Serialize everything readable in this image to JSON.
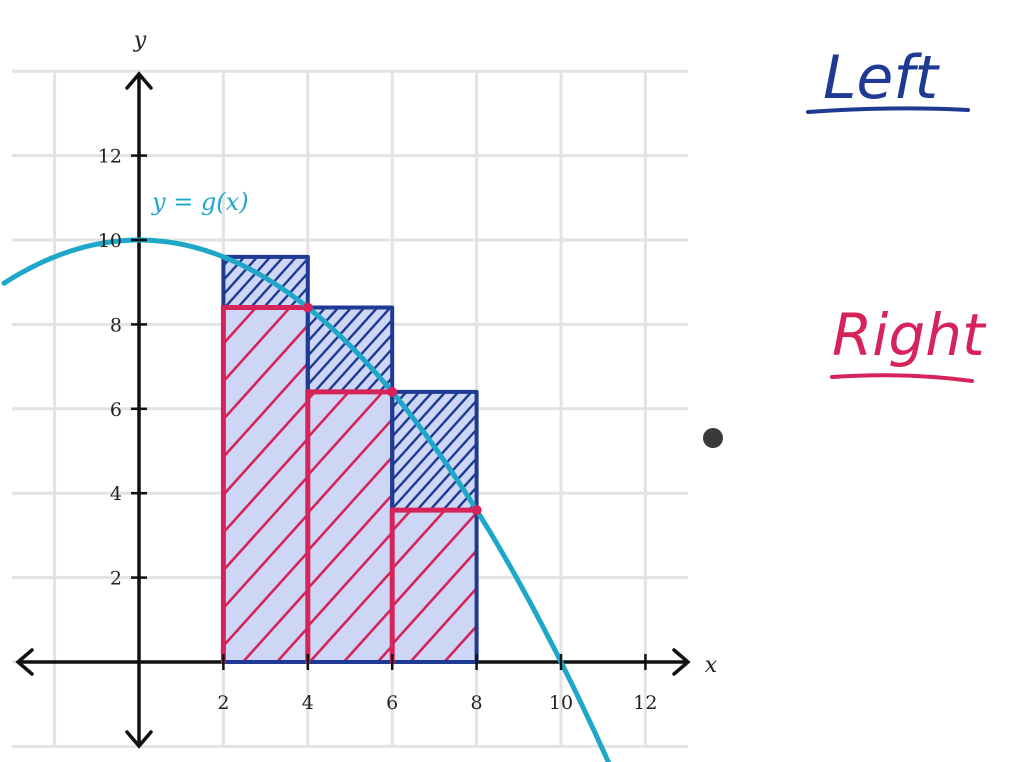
{
  "chart_data": {
    "type": "line",
    "title": "",
    "xlabel": "x",
    "ylabel": "y",
    "xlim": [
      -3,
      12.8
    ],
    "ylim": [
      -2,
      14
    ],
    "x_ticks": [
      2,
      4,
      6,
      8,
      10,
      12
    ],
    "y_ticks": [
      2,
      4,
      6,
      8,
      10,
      12
    ],
    "x_tick_labels": [
      "2",
      "4",
      "6",
      "8",
      "10",
      "12"
    ],
    "y_tick_labels": [
      "2",
      "4",
      "6",
      "8",
      "10",
      "12"
    ],
    "grid": true,
    "grid_step": 2,
    "series": [
      {
        "name": "y = g(x)",
        "function": "g(x) = 10 - 0.1 x^2",
        "x": [
          -3,
          -2,
          -1,
          0,
          1,
          2,
          3,
          4,
          5,
          6,
          7,
          8,
          9,
          10,
          11
        ],
        "y": [
          9.1,
          9.6,
          9.9,
          10,
          9.9,
          9.6,
          9.1,
          8.4,
          7.5,
          6.4,
          5.1,
          3.6,
          1.9,
          0,
          -2.1
        ]
      }
    ],
    "left_rectangles": [
      {
        "x_start": 2,
        "x_end": 4,
        "height": 9.6
      },
      {
        "x_start": 4,
        "x_end": 6,
        "height": 8.4
      },
      {
        "x_start": 6,
        "x_end": 8,
        "height": 6.4
      }
    ],
    "right_rectangles": [
      {
        "x_start": 2,
        "x_end": 4,
        "height": 8.4
      },
      {
        "x_start": 4,
        "x_end": 6,
        "height": 6.4
      },
      {
        "x_start": 6,
        "x_end": 8,
        "height": 3.6
      }
    ],
    "right_points": [
      {
        "x": 4,
        "y": 8.4
      },
      {
        "x": 6,
        "y": 6.4
      },
      {
        "x": 8,
        "y": 3.6
      }
    ],
    "colors": {
      "curve": "#1fa7c9",
      "left": "#1f3a93",
      "left_fill": "#cdd6f4",
      "right": "#d6245b",
      "grid": "#e3e3e3",
      "axis": "#111111"
    }
  },
  "annotations": {
    "curve_label": "y = g(x)",
    "left_label": "Left",
    "right_label": "Right"
  }
}
